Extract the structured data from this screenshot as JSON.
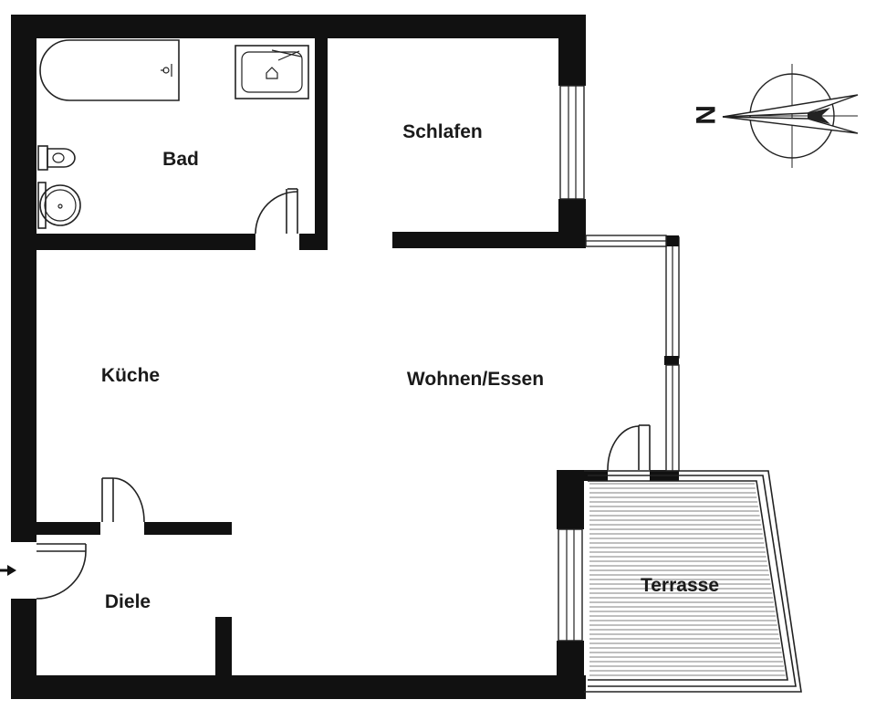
{
  "rooms": {
    "bad": "Bad",
    "schlafen": "Schlafen",
    "kueche": "Küche",
    "wohnen": "Wohnen/Essen",
    "diele": "Diele",
    "terrasse": "Terrasse"
  },
  "compass": {
    "north_letter": "N"
  },
  "icons": {
    "entrance": "entrance-arrow-icon",
    "compass": "compass-rose-icon"
  },
  "colors": {
    "wall": "#111111",
    "background": "#ffffff",
    "line": "#222222"
  }
}
